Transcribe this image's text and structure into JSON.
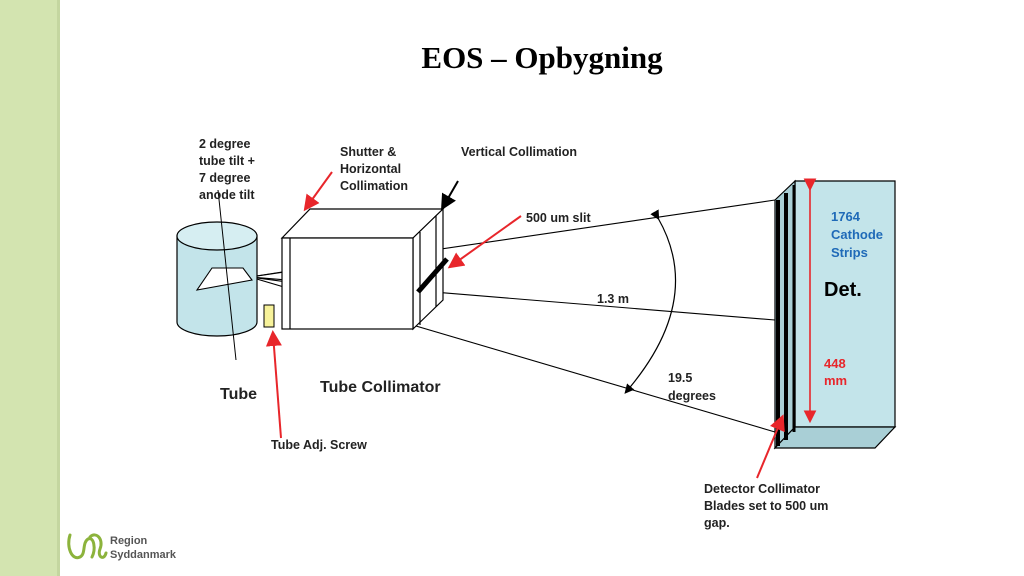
{
  "slide": {
    "title": "EOS – Opbygning"
  },
  "labels": {
    "tube_tilt": [
      "2 degree",
      "tube tilt +",
      "7 degree",
      "anode tilt"
    ],
    "shutter": [
      "Shutter &",
      "Horizontal",
      "Collimation"
    ],
    "vertical_collimation": "Vertical Collimation",
    "slit": "500 um slit",
    "cathode": [
      "1764",
      "Cathode",
      "Strips"
    ],
    "det": "Det.",
    "height": [
      "448",
      "mm"
    ],
    "distance": "1.3 m",
    "angle": [
      "19.5",
      "degrees"
    ],
    "tube": "Tube",
    "tube_collimator": "Tube Collimator",
    "tube_adj_screw": "Tube Adj. Screw",
    "detector_collimator": [
      "Detector Collimator",
      "Blades set to 500 um",
      "gap."
    ]
  },
  "logo": {
    "line1": "Region",
    "line2": "Syddanmark"
  },
  "colors": {
    "red_arrow": "#e8262b",
    "tube_fill": "#c3e4ea",
    "detector_fill": "#c3e4ea",
    "cathode_text": "#1f6ab8",
    "height_text": "#e8262b"
  }
}
